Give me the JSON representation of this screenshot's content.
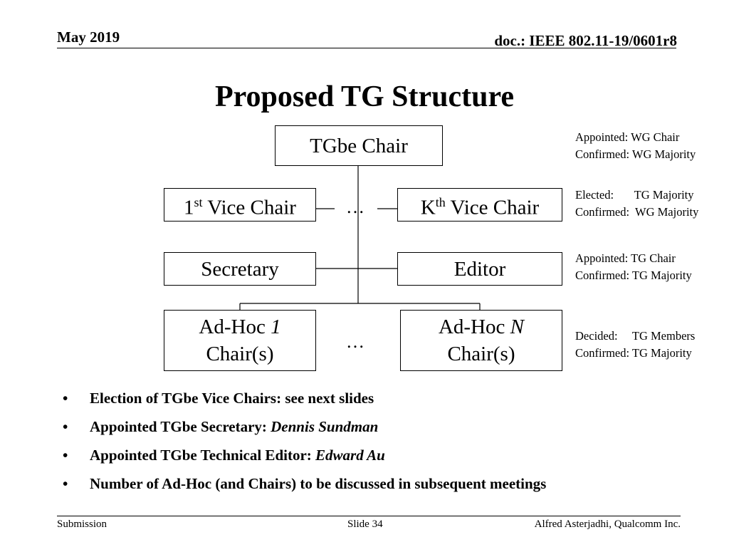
{
  "header": {
    "date": "May 2019",
    "doc": "doc.: IEEE 802.11-19/0601r8"
  },
  "title": "Proposed TG Structure",
  "org": {
    "chair": "TGbe Chair",
    "vice1": {
      "pre": "1",
      "sup": "st",
      "post": " Vice Chair"
    },
    "vicek": {
      "pre": "K",
      "sup": "th",
      "post": " Vice Chair"
    },
    "vice_dots": "…",
    "secretary": "Secretary",
    "editor": "Editor",
    "adhoc1": {
      "pre": "Ad-Hoc ",
      "italic": "1",
      "line2": "Chair(s)"
    },
    "adhocn": {
      "pre": "Ad-Hoc ",
      "italic": "N",
      "line2": "Chair(s)"
    },
    "adhoc_dots": "…"
  },
  "notes": [
    "Appointed: WG Chair\nConfirmed: WG Majority",
    "Elected:       TG Majority\nConfirmed:  WG Majority",
    "Appointed: TG Chair\nConfirmed: TG Majority",
    "Decided:     TG Members\nConfirmed: TG Majority"
  ],
  "bullets": [
    {
      "text": "Election of TGbe Vice Chairs: see next slides",
      "em": ""
    },
    {
      "text": "Appointed TGbe Secretary: ",
      "em": "Dennis Sundman"
    },
    {
      "text": "Appointed TGbe Technical Editor: ",
      "em": "Edward Au"
    },
    {
      "text": "Number of Ad-Hoc (and Chairs) to be discussed in subsequent meetings",
      "em": ""
    }
  ],
  "bullet_symbol": "•",
  "footer": {
    "left": "Submission",
    "center": "Slide 34",
    "right": "Alfred Asterjadhi, Qualcomm Inc."
  }
}
